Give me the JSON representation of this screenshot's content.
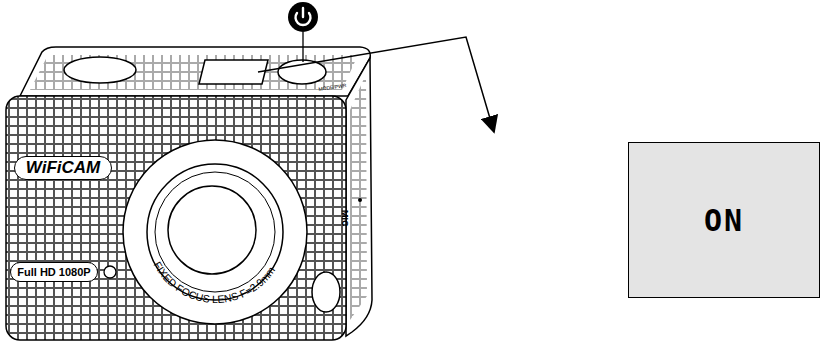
{
  "diagram": {
    "nodes": [
      {
        "text": [
          "WiFiCAM"
        ]
      },
      {
        "text": [
          "Full HD 1080P"
        ]
      },
      {
        "text": [
          "ON"
        ]
      }
    ],
    "labels": [
      "MODE/PWR",
      "MIC",
      "FIXED FOCUS LENS F=2.9mm"
    ]
  }
}
